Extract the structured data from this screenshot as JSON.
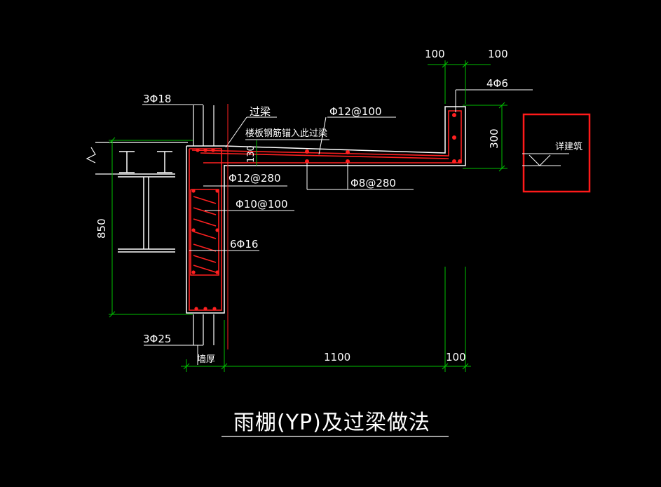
{
  "title": "雨棚(YP)及过梁做法",
  "colors": {
    "background": "#000000",
    "line": "#ffffff",
    "rebar": "#ff2020",
    "dimension": "#00c000",
    "highlight": "#ff1a1a"
  },
  "labels": {
    "top_bar_left": "3Φ18",
    "lintel": "过梁",
    "slab_anchor": "楼板钢筋锚入此过梁",
    "slab_top_bar": "Φ12@100",
    "stirrup_top": "Φ12@280",
    "stirrup_main": "Φ10@100",
    "side_bars": "6Φ16",
    "bottom_bars": "3Φ25",
    "dist_bar": "Φ8@280",
    "edge_bars": "4Φ6",
    "see_arch": "详建筑",
    "wall_thickness": "墙厚"
  },
  "dimensions": {
    "beam_height": "850",
    "slab_thickness": "130",
    "edge_height": "300",
    "top_left": "100",
    "top_right": "100",
    "span": "1100",
    "end": "100"
  }
}
